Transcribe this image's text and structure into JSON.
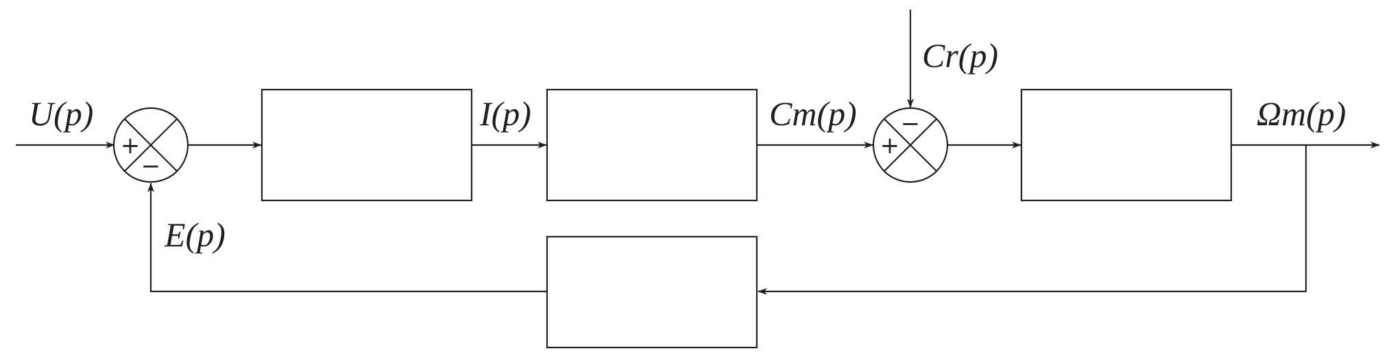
{
  "labels": {
    "u": "U(p)",
    "i": "I(p)",
    "cm": "Cm(p)",
    "cr": "Cr(p)",
    "omega": "Ωm(p)",
    "e": "E(p)"
  },
  "signs": {
    "sum1_left": "+",
    "sum1_bottom": "−",
    "sum2_left": "+",
    "sum2_top": "−"
  }
}
